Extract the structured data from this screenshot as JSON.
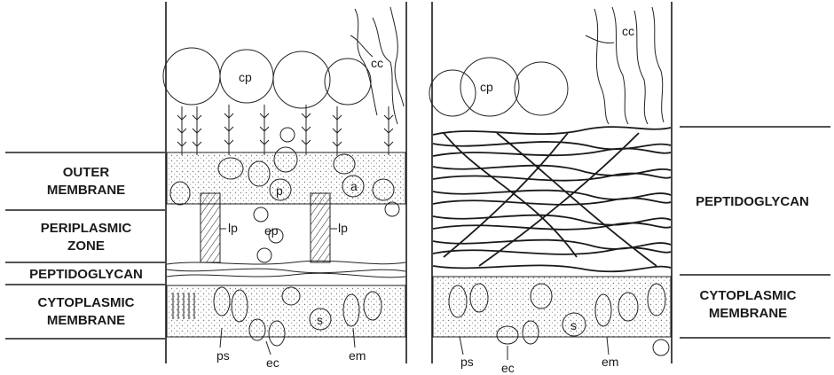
{
  "left_labels": {
    "outer_membrane": [
      "OUTER",
      "MEMBRANE"
    ],
    "periplasmic_zone": [
      "PERIPLASMIC",
      "ZONE"
    ],
    "peptidoglycan": "PEPTIDOGLYCAN",
    "cytoplasmic_membrane": [
      "CYTOPLASMIC",
      "MEMBRANE"
    ]
  },
  "right_labels": {
    "peptidoglycan": "PEPTIDOGLYCAN",
    "cytoplasmic_membrane": [
      "CYTOPLASMIC",
      "MEMBRANE"
    ]
  },
  "left_panel_tags": {
    "cp": "cp",
    "cc": "cc",
    "p": "p",
    "a": "a",
    "lp_left": "lp",
    "lp_right": "lp",
    "ep": "ep",
    "ps": "ps",
    "ec": "ec",
    "s": "s",
    "em": "em"
  },
  "right_panel_tags": {
    "cp": "cp",
    "cc": "cc",
    "ps": "ps",
    "ec": "ec",
    "s": "s",
    "em": "em"
  },
  "colors": {
    "ink": "#1a1a1a",
    "stipple": "#8a8a8a",
    "paper": "#ffffff"
  }
}
